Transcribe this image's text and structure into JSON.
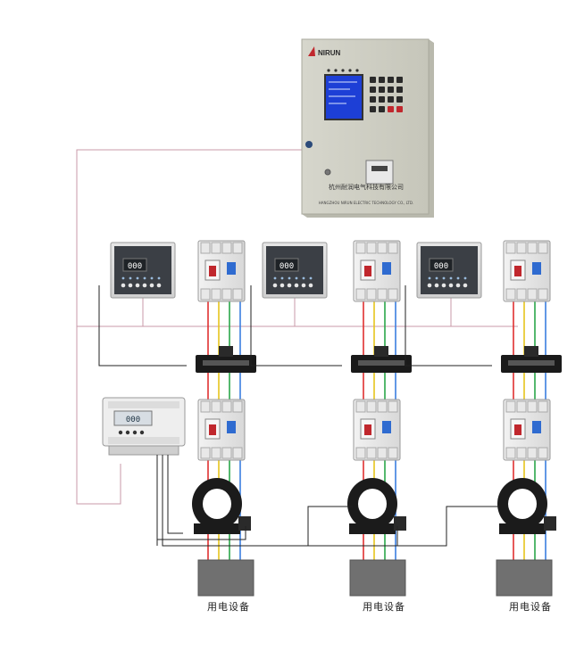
{
  "host": {
    "brand": "NIRUN",
    "company_name": "杭州耐润电气科技有限公司",
    "company_sub": "HANGZHOU NIRUN ELECTRIC TECHNOLOGY CO., LTD.",
    "screen_colors": {
      "panel": "#1d3fd6",
      "text": "#dbe6ff"
    }
  },
  "detector_display": "000",
  "equipment_label": "用电设备",
  "wire_colors": {
    "phase_a": "#e03030",
    "phase_b": "#e6c41c",
    "phase_c": "#2aa64a",
    "neutral": "#3a7fe0",
    "comm_bus": "#c89aa8",
    "signal": "#222222"
  },
  "branches": [
    {
      "id": "branch-1",
      "label": "用电设备"
    },
    {
      "id": "branch-2",
      "label": "用电设备"
    },
    {
      "id": "branch-3",
      "label": "用电设备"
    }
  ]
}
